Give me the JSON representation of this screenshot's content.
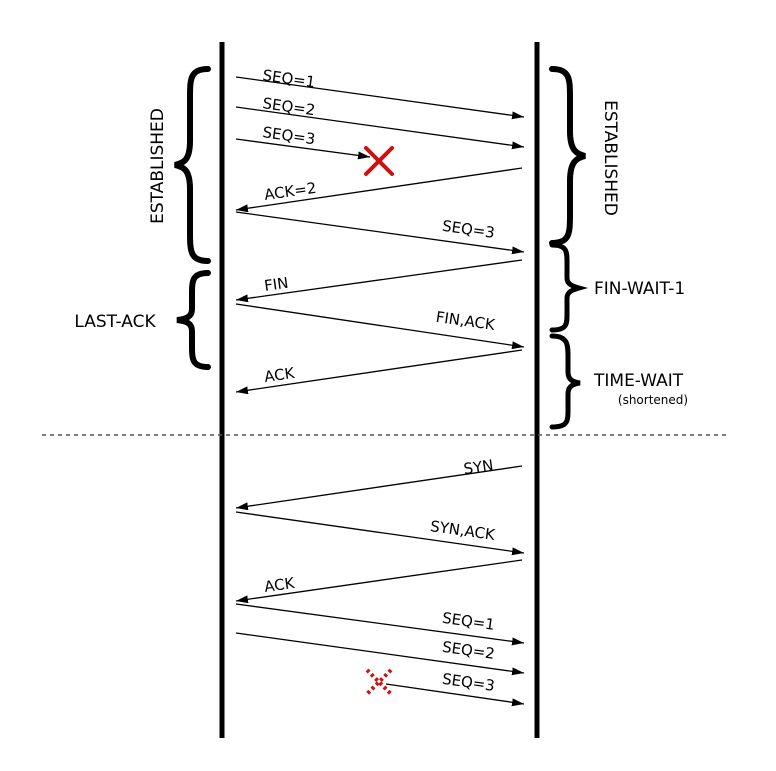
{
  "left_states": {
    "established": "ESTABLISHED",
    "last_ack": "LAST-ACK"
  },
  "right_states": {
    "established": "ESTABLISHED",
    "fin_wait_1": "FIN-WAIT-1",
    "time_wait": "TIME-WAIT",
    "time_wait_note": "(shortened)"
  },
  "messages": [
    {
      "label": "SEQ=1",
      "direction": "right"
    },
    {
      "label": "SEQ=2",
      "direction": "right"
    },
    {
      "label": "SEQ=3",
      "direction": "right",
      "status": "lost"
    },
    {
      "label": "ACK=2",
      "direction": "left"
    },
    {
      "label": "SEQ=3",
      "direction": "right"
    },
    {
      "label": "FIN",
      "direction": "left"
    },
    {
      "label": "FIN,ACK",
      "direction": "right"
    },
    {
      "label": "ACK",
      "direction": "left"
    },
    {
      "label": "SYN",
      "direction": "left"
    },
    {
      "label": "SYN,ACK",
      "direction": "right"
    },
    {
      "label": "ACK",
      "direction": "left"
    },
    {
      "label": "SEQ=1",
      "direction": "right"
    },
    {
      "label": "SEQ=2",
      "direction": "right"
    },
    {
      "label": "SEQ=3",
      "direction": "right",
      "status": "stale-duplicate"
    }
  ],
  "colors": {
    "line": "#000000",
    "lost_marker": "#cc1111",
    "separator": "#555555"
  },
  "icons": [
    "lost-packet-x-icon",
    "dotted-x-icon"
  ]
}
